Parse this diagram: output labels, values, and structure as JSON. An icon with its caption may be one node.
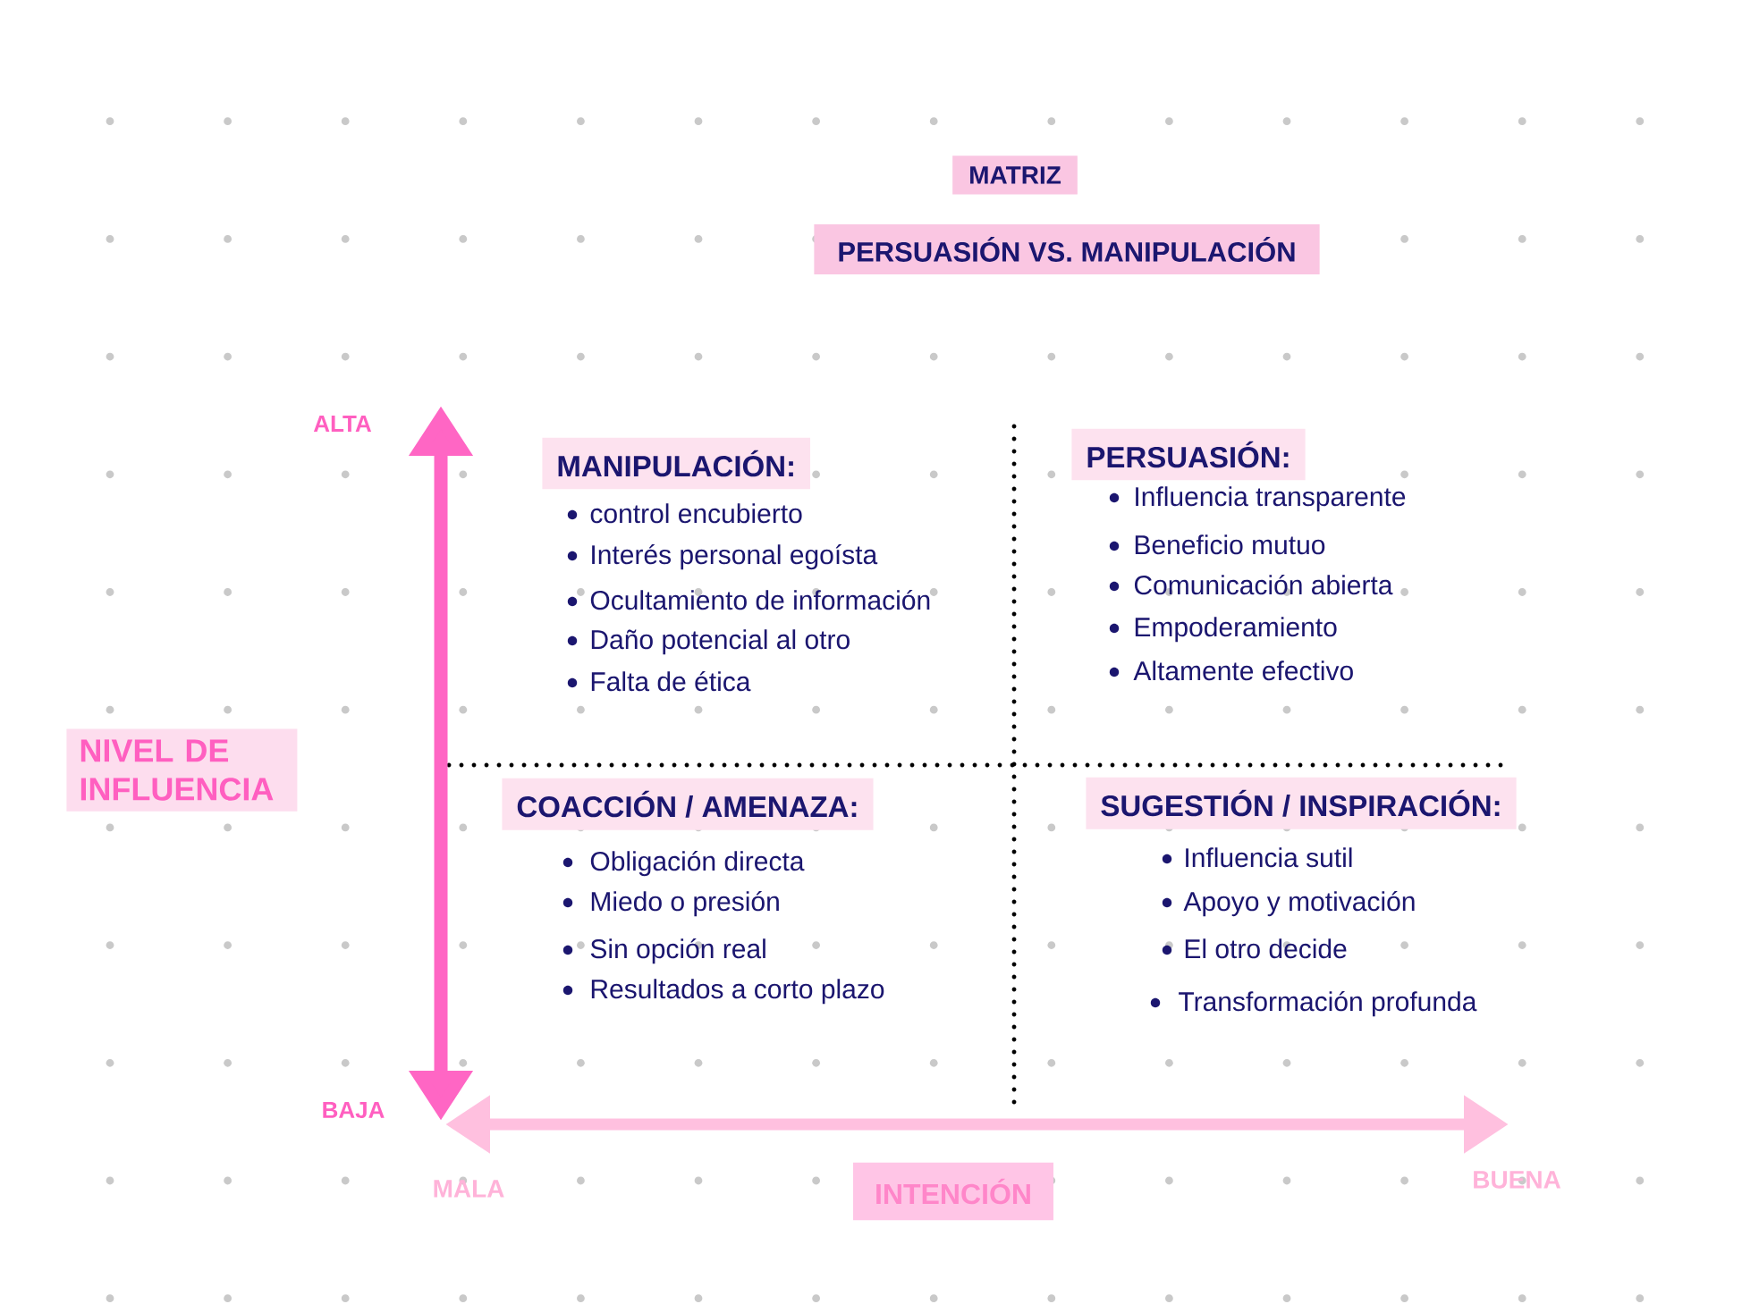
{
  "diagram": {
    "title": "MATRIZ",
    "labels": [
      "PERSUASIÓN VS. MANIPULACIÓN",
      "ALTA",
      "MANIPULACIÓN:",
      "control encubierto",
      "Interés personal egoísta",
      "Ocultamiento de información",
      "Daño potencial al otro",
      "Falta de ética",
      "PERSUASIÓN:",
      "Influencia transparente",
      "Beneficio mutuo",
      "Comunicación abierta",
      "Empoderamiento",
      "Altamente efectivo",
      "NIVEL DE INFLUENCIA",
      "COACCIÓN / AMENAZA:",
      "Obligación directa",
      "Miedo o presión",
      "Sin opción real",
      "Resultados a corto plazo",
      "SUGESTIÓN / INSPIRACIÓN:",
      "Influencia sutil",
      "Apoyo y motivación",
      "El otro decide",
      "Transformación profunda",
      "BAJA",
      "MALA",
      "INTENCIÓN",
      "BUENA"
    ]
  }
}
